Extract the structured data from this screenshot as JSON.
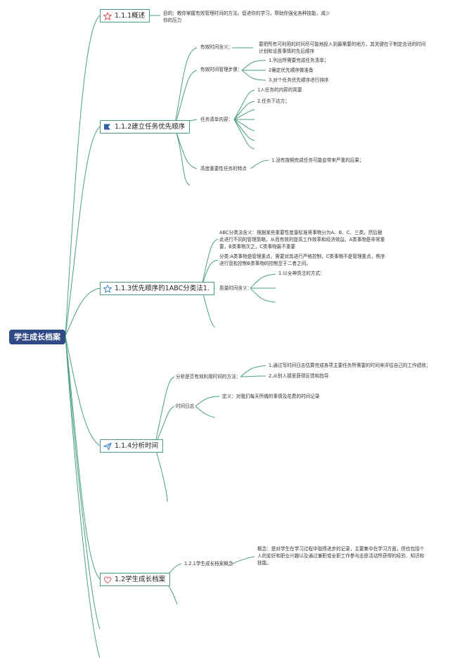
{
  "root": "学生成长档案",
  "topics": [
    {
      "label": "1.1.1概述",
      "icon": "star-icon"
    },
    {
      "label": "1.1.2建立任务优先顺序",
      "icon": "flag-icon"
    },
    {
      "label": "1.1.3优先顺序的1ABC分类法1.",
      "icon": "star-outline-icon"
    },
    {
      "label": "1.1.4分析时间",
      "icon": "paper-plane-icon"
    },
    {
      "label": "1.2学生成长档案",
      "icon": "heart-icon"
    }
  ],
  "overview": {
    "text": "目的：教你掌握有效管理时间的方法。促进你的学习，帮助你强化各种技能，减少你的压力"
  },
  "priority": {
    "effective_time_meaning": "有效时间含义：",
    "effective_time_text": "要把所有可利用的时间尽可能地投入到最需要的地方，其关键在于制定合适的时间计划和设置事情的先后顺序",
    "steps_label": "有效时间管理步骤：",
    "steps": [
      "1.列出所需要完成任务清单；",
      "2确定优先顺序做准备",
      "3.对个任务优先顺序进行排序"
    ],
    "list_label": "任务清单内容：",
    "list_items": [
      "1入任务的内容的简要",
      "2.任务下达方；"
    ],
    "important_label": "高度重要性任务的特点",
    "important_text": "1.没有按期完成任务可能会带来严重的后果；"
  },
  "abc": {
    "meaning": "ABC分类法含义：根据某些重要性度量标准将事物分为A、B、C、三类。然后据此进行不同的管理策略，从而有效的提高工作效率和经济效益。A类事物是非常重要，B类事物次之，C类事物最不重要",
    "classify": "分类:A类事物是管理重点，需要对其进行严格控制，C类事物不是管理重点，秩序进行宽松控制B类事物的控制至于二者之间。",
    "quality_label": "质量时间含义：",
    "quality_text": "1.以全神贯注的方式："
  },
  "analysis": {
    "method_label": "分析是否有效利用时间的方法：",
    "methods": [
      "1.通过写时间日志估算完成各项主要任务所需要的时间来评估自己的工作绩效；",
      "2.从别人那里获得反馈和指导"
    ],
    "log_label": "时间日志",
    "log_def": "定义：对我们每天所做的事情及花费的时间记录"
  },
  "portfolio": {
    "concept_label": "1.2.1学生成长档案概念",
    "concept_text": "概念：是对学生在学习过程中取得进步的记录，主要集中在学习方面，但也包括个人的爱好和职业兴趣以及通过兼职或全职工作参与志愿活动所获得的经验、知识和技能。"
  },
  "colors": {
    "line": "#4a9e86",
    "root_bg": "#2f4a86",
    "star": "#e05050",
    "flag": "#2f5fa8",
    "outline": "#3a7fcf"
  }
}
